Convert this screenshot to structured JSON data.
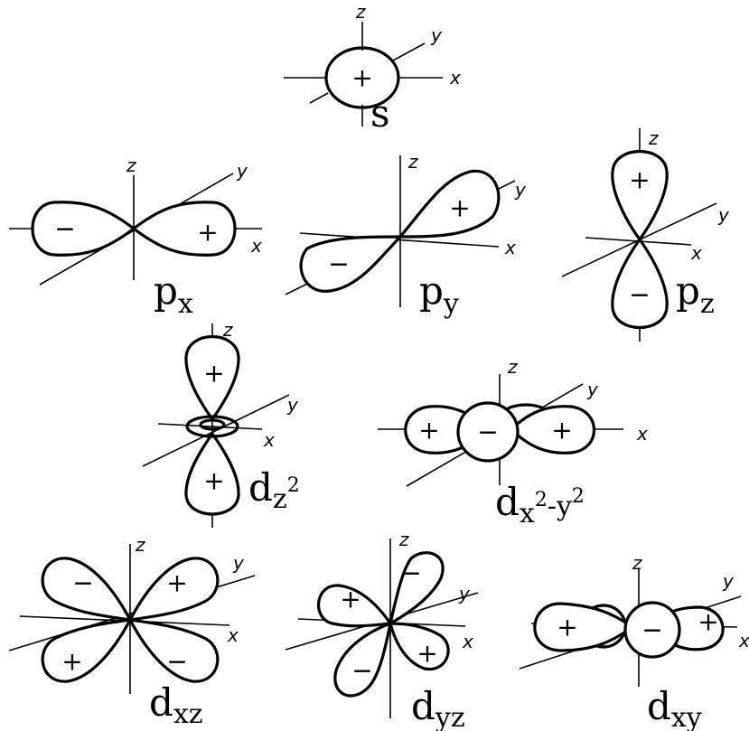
{
  "signs": {
    "plus": "+",
    "minus": "−"
  },
  "axes": {
    "x": "x",
    "y": "y",
    "z": "z"
  },
  "orbitals": {
    "s": {
      "base": "s"
    },
    "px": {
      "base": "p",
      "sub": "x"
    },
    "py": {
      "base": "p",
      "sub": "y"
    },
    "pz": {
      "base": "p",
      "sub": "z"
    },
    "dz2": {
      "base": "d",
      "sub": "z",
      "sup": "2"
    },
    "dx2y2": {
      "base": "d",
      "sub1": "x",
      "sup1": "2",
      "dash": "-",
      "sub2": "y",
      "sup2": "2"
    },
    "dxz": {
      "base": "d",
      "sub": "xz"
    },
    "dyz": {
      "base": "d",
      "sub": "yz"
    },
    "dxy": {
      "base": "d",
      "sub": "xy"
    }
  }
}
